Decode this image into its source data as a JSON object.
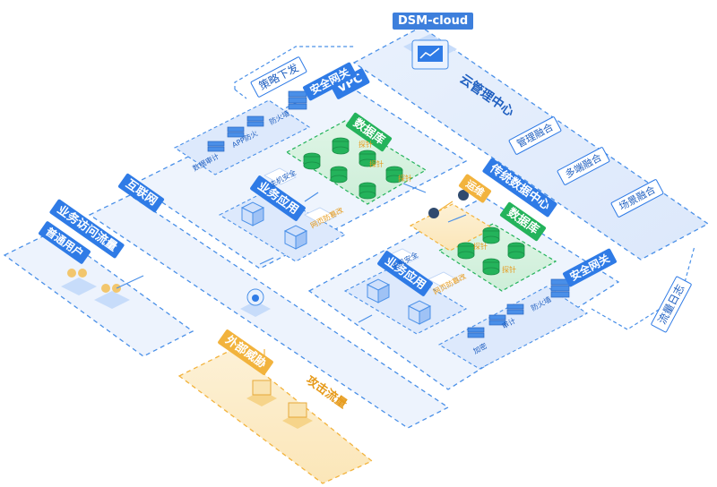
{
  "labels": {
    "dsm_cloud": "DSM-cloud",
    "cloud_center": "云管理中心",
    "mgmt_fusion": "管理融合",
    "multi_fusion": "多端融合",
    "scene_fusion": "场景融合",
    "traditional_dc": "传统数据中心",
    "vpc": "VPC",
    "security_gw_top": "安全网关",
    "security_gw_right": "安全网关",
    "database_top": "数据库",
    "database_right": "数据库",
    "biz_app_top": "业务应用",
    "biz_app_right": "业务应用",
    "internet": "互联网",
    "biz_access": "业务访问流量",
    "normal_user": "普通用户",
    "external_threat": "外部威胁",
    "attack_traffic": "攻击流量",
    "policy_dispatch": "策略下发",
    "traffic_log": "流量日志",
    "ops": "运维",
    "firewall_top": "防火墙",
    "waf_top": "APP防火",
    "data_audit_top": "数据审计",
    "probe_top": "探针",
    "probe_top2": "探针",
    "probe_top3": "探针",
    "probe_right": "探针",
    "probe_right2": "探针",
    "host_sec_top": "主机安全",
    "web_sec_top": "网页防篡改",
    "web_sec_right": "网页防篡改",
    "host_sec_right": "主机安全",
    "firewall_right": "防火墙",
    "audit_right": "审计",
    "encrypt_right": "加密"
  },
  "colors": {
    "blue": "#2f7be6",
    "green": "#24b35b",
    "orange": "#f2b33d",
    "zone_fill": "#e7f0fd",
    "zone_stroke": "#4a90e8"
  }
}
